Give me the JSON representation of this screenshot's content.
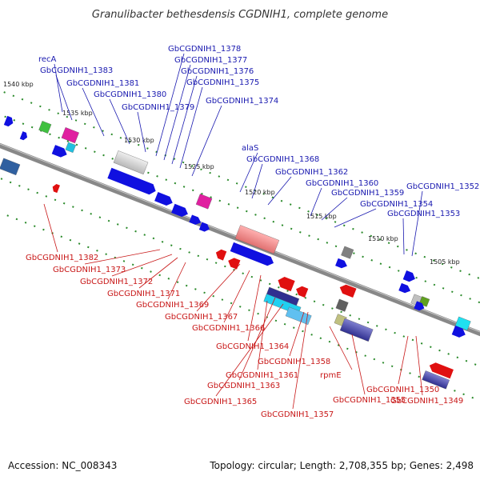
{
  "title": "Granulibacter bethesdensis CGDNIH1, complete genome",
  "footer": {
    "accession": "Accession: NC_008343",
    "summary": "Topology: circular; Length: 2,708,355 bp; Genes: 2,498"
  },
  "colors": {
    "backbone": "#888888",
    "forward_gene": "#1010e0",
    "reverse_gene": "#e01010",
    "forward_label": "#1a1ab0",
    "reverse_label": "#c81818",
    "tick_green": "#2a8a2a"
  },
  "kbp_ticks": [
    "1540 kbp",
    "1535 kbp",
    "1530 kbp",
    "1525 kbp",
    "1520 kbp",
    "1515 kbp",
    "1510 kbp",
    "1505 kbp"
  ],
  "forward_labels": [
    "recA",
    "GbCGDNIH1_1383",
    "GbCGDNIH1_1381",
    "GbCGDNIH1_1380",
    "GbCGDNIH1_1379",
    "GbCGDNIH1_1378",
    "GbCGDNIH1_1377",
    "GbCGDNIH1_1376",
    "GbCGDNIH1_1375",
    "GbCGDNIH1_1374",
    "alaS",
    "GbCGDNIH1_1368",
    "GbCGDNIH1_1362",
    "GbCGDNIH1_1360",
    "GbCGDNIH1_1359",
    "GbCGDNIH1_1354",
    "GbCGDNIH1_1353",
    "GbCGDNIH1_1352"
  ],
  "reverse_labels": [
    "GbCGDNIH1_1382",
    "GbCGDNIH1_1373",
    "GbCGDNIH1_1372",
    "GbCGDNIH1_1371",
    "GbCGDNIH1_1369",
    "GbCGDNIH1_1367",
    "GbCGDNIH1_1366",
    "GbCGDNIH1_1364",
    "GbCGDNIH1_1358",
    "GbCGDNIH1_1361",
    "GbCGDNIH1_1363",
    "GbCGDNIH1_1365",
    "rpmE",
    "GbCGDNIH1_1357",
    "GbCGDNIH1_1355",
    "GbCGDNIH1_1350",
    "GbCGDNIH1_1349"
  ]
}
